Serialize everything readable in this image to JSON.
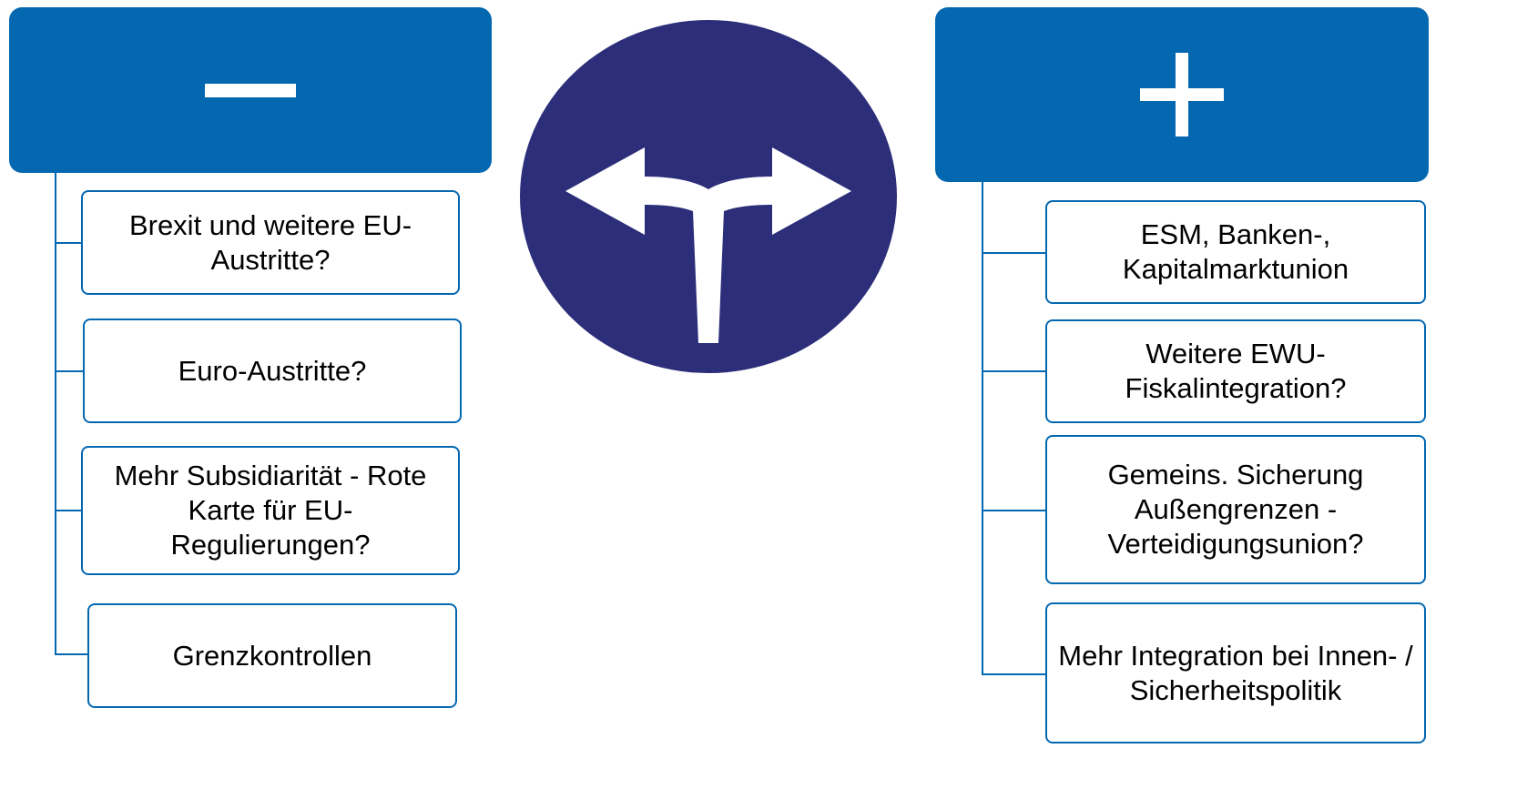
{
  "left_panel": {
    "header_symbol": "minus",
    "items": [
      {
        "text": "Brexit und weitere EU-Austritte?"
      },
      {
        "text": "Euro-Austritte?"
      },
      {
        "text": "Mehr Subsidiarität - Rote Karte für EU-Regulierungen?"
      },
      {
        "text": "Grenzkontrollen"
      }
    ]
  },
  "right_panel": {
    "header_symbol": "plus",
    "items": [
      {
        "text": "ESM, Banken-, Kapitalmarktunion"
      },
      {
        "text": "Weitere EWU-Fiskalintegration?"
      },
      {
        "text": "Gemeins. Sicherung Außengrenzen - Verteidigungsunion?"
      },
      {
        "text": "Mehr Integration bei Innen- / Sicherheitspolitik"
      }
    ]
  },
  "center_icon": "fork-road-sign-icon",
  "colors": {
    "header_blue": "#0468b1",
    "sign_navy": "#2c2e7a",
    "border_blue": "#0468b1",
    "text": "#000000"
  }
}
